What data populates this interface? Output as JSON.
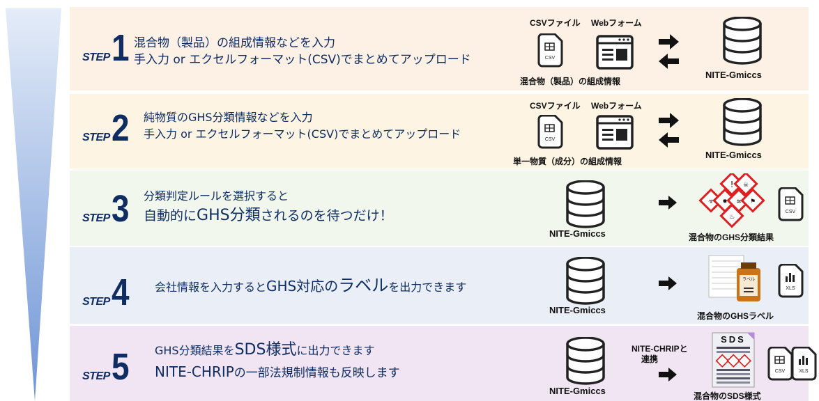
{
  "steps": [
    {
      "step_word": "STEP",
      "number": "1",
      "lines": [
        "混合物（製品）の組成情報などを入力",
        "手入力 or エクセルフォーマット(CSV)でまとめてアップロード"
      ],
      "csv_caption": "CSVファイル",
      "web_caption": "Webフォーム",
      "source_caption": "混合物（製品）の組成情報",
      "db_caption": "NITE-Gmiccs",
      "csv_icon_text": "CSV"
    },
    {
      "step_word": "STEP",
      "number": "2",
      "lines": [
        "純物質のGHS分類情報などを入力",
        "手入力 or エクセルフォーマット(CSV)でまとめてアップロード"
      ],
      "csv_caption": "CSVファイル",
      "web_caption": "Webフォーム",
      "source_caption": "単一物質（成分）の組成情報",
      "db_caption": "NITE-Gmiccs",
      "csv_icon_text": "CSV"
    },
    {
      "step_word": "STEP",
      "number": "3",
      "line1": "分類判定ルールを選択すると",
      "line2_a": "自動的に",
      "line2_b": "GHS分類",
      "line2_c": "されるのを待つだけ！",
      "db_caption": "NITE-Gmiccs",
      "result_caption": "混合物のGHS分類結果",
      "csv_icon_text": "CSV"
    },
    {
      "step_word": "STEP",
      "number": "4",
      "line_a": "会社情報を入力すると",
      "line_b": "GHS対応の",
      "line_c": "ラベル",
      "line_d": "を出力できます",
      "db_caption": "NITE-Gmiccs",
      "result_caption": "混合物のGHSラベル",
      "label_text": "ラベル",
      "xls_icon_text": "XLS"
    },
    {
      "step_word": "STEP",
      "number": "5",
      "line1_a": "GHS分類結果を",
      "line1_b": "SDS様式",
      "line1_c": "に出力できます",
      "line2_a": "NITE-CHRIP",
      "line2_b": "の一部法規制情報も反映します",
      "db_caption": "NITE-Gmiccs",
      "link_caption_1": "NITE-CHRIPと",
      "link_caption_2": "連携",
      "sds_title": "SDS",
      "result_caption": "混合物のSDS様式",
      "csv_icon_text": "CSV",
      "xls_icon_text": "XLS"
    }
  ],
  "colors": {
    "navy": "#0f2d63",
    "funnel_top": "#e4ecf8",
    "funnel_bottom": "#6f95d6"
  }
}
